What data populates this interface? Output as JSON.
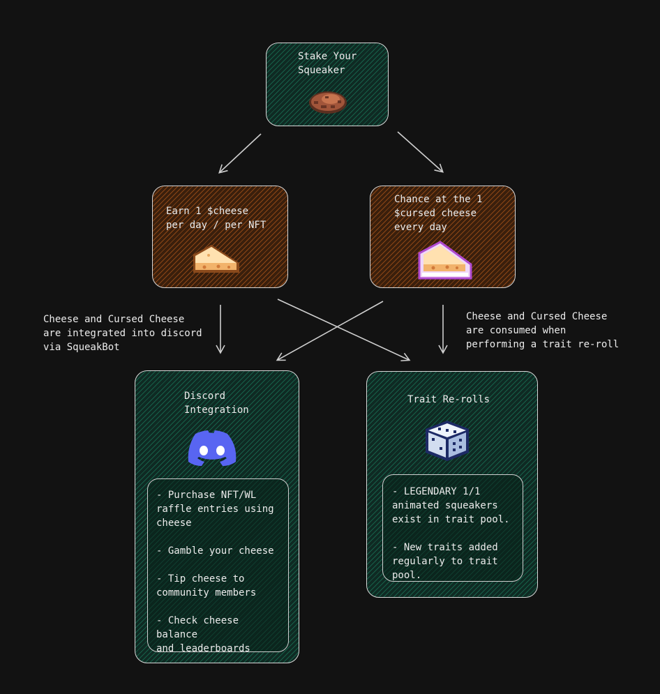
{
  "nodes": {
    "stake": {
      "label": "Stake Your\nSqueaker"
    },
    "earn": {
      "label": "Earn 1 $cheese\nper day / per NFT"
    },
    "chance": {
      "label": "Chance at the 1\n$cursed cheese\nevery day"
    },
    "discord": {
      "label": "Discord\nIntegration",
      "items": [
        "- Purchase NFT/WL\nraffle entries using\ncheese",
        "- Gamble your cheese",
        "- Tip cheese to\ncommunity members",
        "- Check cheese balance\nand leaderboards"
      ]
    },
    "reroll": {
      "label": "Trait Re-rolls",
      "items": [
        "- LEGENDARY 1/1\nanimated squeakers\nexist in trait pool.",
        "- New traits added\nregularly to trait pool."
      ]
    }
  },
  "annotations": {
    "left": "Cheese and Cursed Cheese\nare integrated into discord\nvia SqueakBot",
    "right": "Cheese and Cursed Cheese\nare consumed when\nperforming a trait re-roll"
  },
  "colors": {
    "background": "#121212",
    "green_box": "#0f2a23",
    "brown_box": "#3a1f0c",
    "discord_logo": "#5865f2",
    "arrow": "#cfcfcf"
  },
  "icons": [
    "squeaker-icon",
    "cheese-icon",
    "cursed-cheese-icon",
    "discord-icon",
    "dice-icon"
  ]
}
